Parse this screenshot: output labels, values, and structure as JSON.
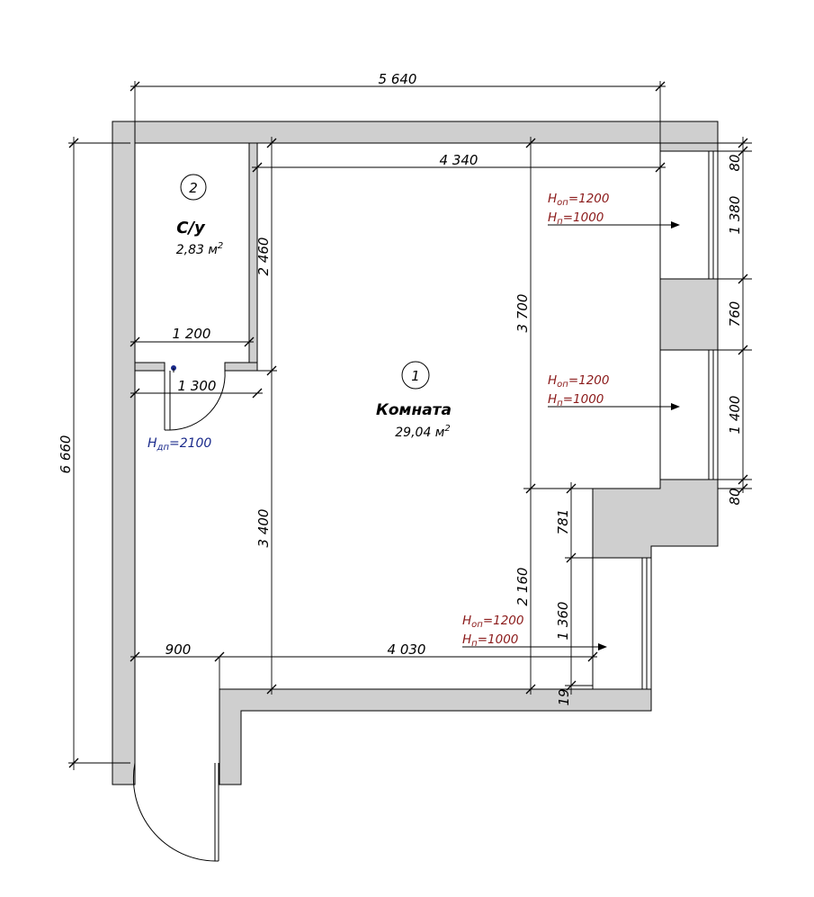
{
  "rooms": [
    {
      "number": "1",
      "name": "Комната",
      "area": "29,04 м",
      "area_sup": "2"
    },
    {
      "number": "2",
      "name": "С/у",
      "area": "2,83 м",
      "area_sup": "2"
    }
  ],
  "dimensions": {
    "total_width": "5 640",
    "total_height": "6 660",
    "room_width_top": "4 340",
    "room_width_bottom": "4 030",
    "bath_width_inner": "1 200",
    "bath_width_outer": "1 300",
    "bath_height": "2 460",
    "left_lower": "3 400",
    "corridor_width": "900",
    "room_right_height": "3 700",
    "room_lower_right": "2 160",
    "right_seg_781": "781",
    "right_seg_1360": "1 360",
    "right_seg_19": "19",
    "win_top_80": "80",
    "win_1380": "1 380",
    "pier_760": "760",
    "win_1400": "1 400",
    "win_bottom_80": "80"
  },
  "window_notes": [
    {
      "hop": "H",
      "hop_sub": "оп",
      "hop_val": "=1200",
      "hp": "H",
      "hp_sub": "п",
      "hp_val": "=1000"
    },
    {
      "hop": "H",
      "hop_sub": "оп",
      "hop_val": "=1200",
      "hp": "H",
      "hp_sub": "п",
      "hp_val": "=1000"
    },
    {
      "hop": "H",
      "hop_sub": "оп",
      "hop_val": "=1200",
      "hp": "H",
      "hp_sub": "п",
      "hp_val": "=1000"
    }
  ],
  "door_note": {
    "h": "H",
    "sub": "дп",
    "val": "=2100"
  },
  "colors": {
    "wall_fill": "#cfcfcf",
    "window_note": "#8b1a1a",
    "door_note": "#1a2a8b"
  }
}
